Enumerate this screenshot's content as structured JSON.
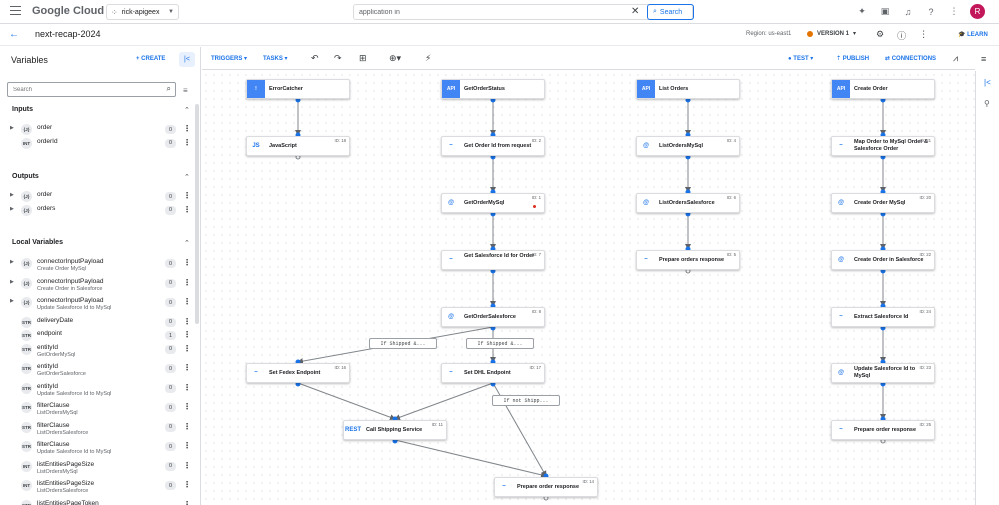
{
  "topbar": {
    "brand": "Google Cloud",
    "project": "rick-apigeex",
    "search_value": "application in",
    "search_button": "Search",
    "avatar_letter": "R"
  },
  "titlebar": {
    "title": "next-recap-2024",
    "region": "Region: us-east1",
    "version": "VERSION 1",
    "learn": "LEARN"
  },
  "sidebar": {
    "title": "Variables",
    "create": "CREATE",
    "search_placeholder": "Search",
    "sections": {
      "inputs": "Inputs",
      "outputs": "Outputs",
      "local": "Local Variables"
    },
    "inputs": [
      {
        "type": "{J}",
        "name": "order",
        "sub": "",
        "count": "0",
        "expand": true
      },
      {
        "type": "INT",
        "name": "orderId",
        "sub": "",
        "count": "0",
        "expand": false
      }
    ],
    "outputs": [
      {
        "type": "{J}",
        "name": "order",
        "sub": "",
        "count": "0",
        "expand": true
      },
      {
        "type": "{J}",
        "name": "orders",
        "sub": "",
        "count": "0",
        "expand": true
      }
    ],
    "local": [
      {
        "type": "{J}",
        "name": "connectorInputPayload",
        "sub": "Create Order MySql",
        "count": "0",
        "expand": true
      },
      {
        "type": "{J}",
        "name": "connectorInputPayload",
        "sub": "Create Order in Salesforce",
        "count": "0",
        "expand": true
      },
      {
        "type": "{J}",
        "name": "connectorInputPayload",
        "sub": "Update Salesforce Id to MySql",
        "count": "0",
        "expand": true
      },
      {
        "type": "STR",
        "name": "deliveryDate",
        "sub": "",
        "count": "0",
        "expand": false
      },
      {
        "type": "STR",
        "name": "endpoint",
        "sub": "",
        "count": "1",
        "expand": false
      },
      {
        "type": "STR",
        "name": "entityId",
        "sub": "GetOrderMySql",
        "count": "0",
        "expand": false
      },
      {
        "type": "STR",
        "name": "entityId",
        "sub": "GetOrderSalesforce",
        "count": "0",
        "expand": false
      },
      {
        "type": "STR",
        "name": "entityId",
        "sub": "Update Salesforce Id to MySql",
        "count": "0",
        "expand": false
      },
      {
        "type": "STR",
        "name": "filterClause",
        "sub": "ListOrdersMySql",
        "count": "0",
        "expand": false
      },
      {
        "type": "STR",
        "name": "filterClause",
        "sub": "ListOrdersSalesforce",
        "count": "0",
        "expand": false
      },
      {
        "type": "STR",
        "name": "filterClause",
        "sub": "Update Salesforce Id to MySql",
        "count": "0",
        "expand": false
      },
      {
        "type": "INT",
        "name": "listEntitiesPageSize",
        "sub": "ListOrdersMySql",
        "count": "0",
        "expand": false
      },
      {
        "type": "INT",
        "name": "listEntitiesPageSize",
        "sub": "ListOrdersSalesforce",
        "count": "0",
        "expand": false
      },
      {
        "type": "STR",
        "name": "listEntitiesPageToken",
        "sub": "",
        "count": "",
        "expand": false
      }
    ]
  },
  "toolbar": {
    "triggers": "TRIGGERS",
    "tasks": "TASKS",
    "test": "TEST",
    "publish": "PUBLISH",
    "connections": "CONNECTIONS"
  },
  "nodes": [
    {
      "id": "errorcatcher",
      "kind": "trigger",
      "icon": "!",
      "label": "ErrorCatcher",
      "nid": ""
    },
    {
      "id": "javascript",
      "kind": "task",
      "icon": "JS",
      "label": "JavaScript",
      "nid": "ID: 18"
    },
    {
      "id": "getorderstatus",
      "kind": "trigger",
      "icon": "API",
      "label": "GetOrderStatus",
      "nid": ""
    },
    {
      "id": "getorderid",
      "kind": "task",
      "icon": "~",
      "label": "Get Order Id from request",
      "nid": "ID: 2"
    },
    {
      "id": "getordermysql",
      "kind": "task",
      "icon": "@",
      "label": "GetOrderMySql",
      "nid": "ID: 1"
    },
    {
      "id": "getsalesforceid",
      "kind": "task",
      "icon": "~",
      "label": "Get Salesforce Id for Order",
      "nid": "ID: 7"
    },
    {
      "id": "getordersalesforce",
      "kind": "task",
      "icon": "@",
      "label": "GetOrderSalesforce",
      "nid": "ID: 8"
    },
    {
      "id": "setfedex",
      "kind": "task",
      "icon": "~",
      "label": "Set Fedex Endpoint",
      "nid": "ID: 16"
    },
    {
      "id": "setdhl",
      "kind": "task",
      "icon": "~",
      "label": "Set DHL Endpoint",
      "nid": "ID: 17"
    },
    {
      "id": "callshipping",
      "kind": "task",
      "icon": "REST",
      "label": "Call Shipping Service",
      "nid": "ID: 11"
    },
    {
      "id": "prepareorder14",
      "kind": "task",
      "icon": "~",
      "label": "Prepare order response",
      "nid": "ID: 14"
    },
    {
      "id": "listorders",
      "kind": "trigger",
      "icon": "API",
      "label": "List Orders",
      "nid": ""
    },
    {
      "id": "listordersmysql",
      "kind": "task",
      "icon": "@",
      "label": "ListOrdersMySql",
      "nid": "ID: 4"
    },
    {
      "id": "listorderssf",
      "kind": "task",
      "icon": "@",
      "label": "ListOrdersSalesforce",
      "nid": "ID: 6"
    },
    {
      "id": "prepareorders",
      "kind": "task",
      "icon": "~",
      "label": "Prepare orders response",
      "nid": "ID: 5"
    },
    {
      "id": "createorder",
      "kind": "trigger",
      "icon": "API",
      "label": "Create Order",
      "nid": ""
    },
    {
      "id": "maporder",
      "kind": "task",
      "icon": "~",
      "label": "Map Order to MySql Order & Salesforce Order",
      "nid": "ID: 21"
    },
    {
      "id": "createordermysql",
      "kind": "task",
      "icon": "@",
      "label": "Create Order MySql",
      "nid": "ID: 20"
    },
    {
      "id": "createordersf",
      "kind": "task",
      "icon": "@",
      "label": "Create Order in Salesforce",
      "nid": "ID: 22"
    },
    {
      "id": "extractsfid",
      "kind": "task",
      "icon": "~",
      "label": "Extract Salesforce Id",
      "nid": "ID: 24"
    },
    {
      "id": "updatesfid",
      "kind": "task",
      "icon": "@",
      "label": "Update Salesforce Id to MySql",
      "nid": "ID: 23"
    },
    {
      "id": "prepareorder25",
      "kind": "task",
      "icon": "~",
      "label": "Prepare order response",
      "nid": "ID: 25"
    }
  ],
  "conditions": {
    "shipped1": "If Shipped &...",
    "shipped2": "If Shipped &...",
    "notshipped": "If not Shipp..."
  }
}
